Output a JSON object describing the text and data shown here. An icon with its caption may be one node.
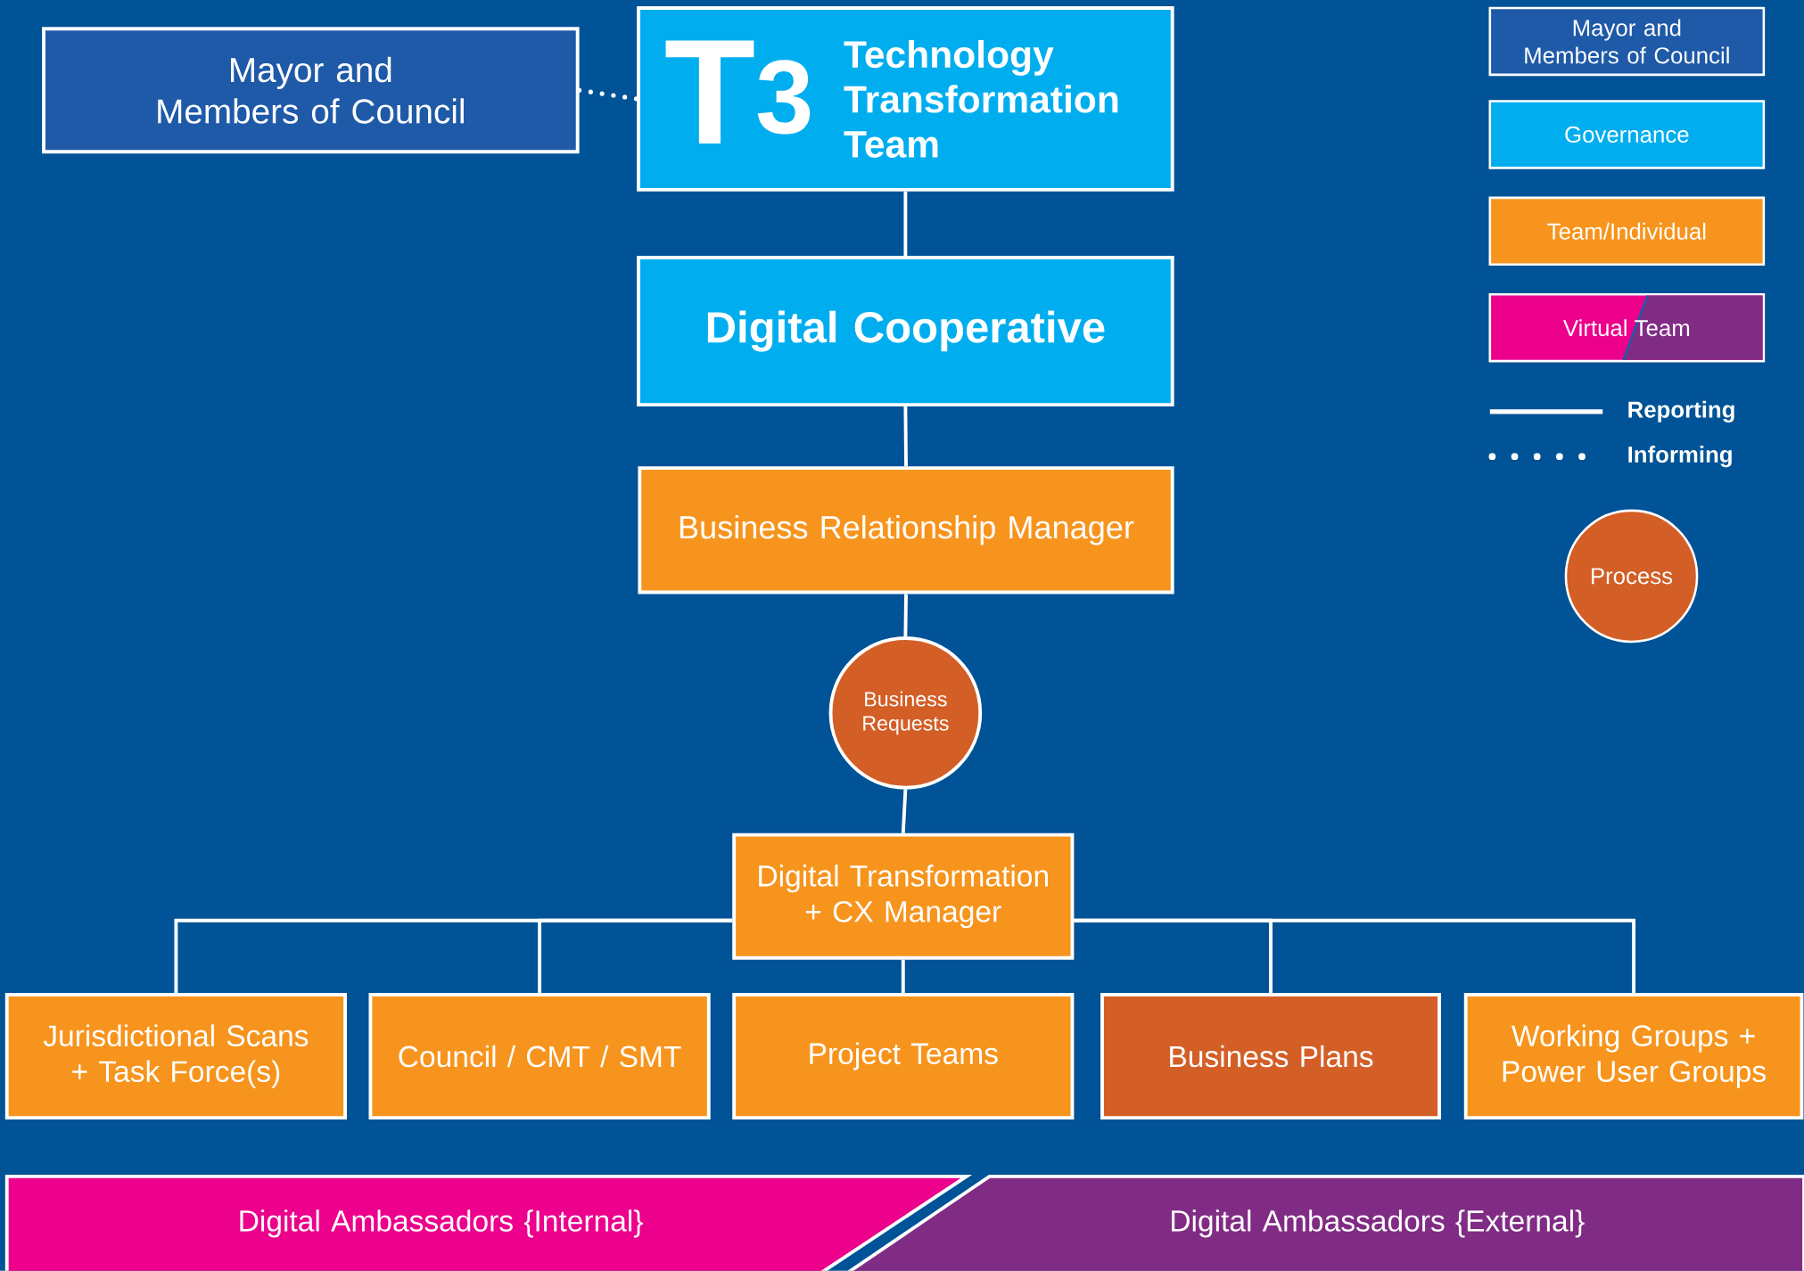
{
  "diagram": {
    "nodes": [
      {
        "text": [
          "Mayor and Members of Council"
        ]
      },
      {
        "text": [
          "T$^{3}$",
          "Technology Transformation Team"
        ]
      },
      {
        "text": [
          "Digital Cooperative"
        ]
      },
      {
        "text": [
          "Business Relationship Manager"
        ]
      },
      {
        "text": [
          "Business Requests"
        ]
      },
      {
        "text": [
          "Digital Transformation + CX Manager"
        ]
      },
      {
        "text": [
          "Jurisdictional Scans + Task Force(s)"
        ]
      },
      {
        "text": [
          "Council / CMT / SMT"
        ]
      },
      {
        "text": [
          "Project Teams"
        ]
      },
      {
        "text": [
          "Business Plans"
        ]
      },
      {
        "text": [
          "Working Groups + Power User Groups"
        ]
      },
      {
        "text": [
          "Digital Ambassadors {Internal}"
        ]
      },
      {
        "text": [
          "Digital Ambassadors {External}"
        ]
      }
    ],
    "edges": [
      {
        "from": 0,
        "to": 1,
        "arrow": "none",
        "style": "dashed"
      },
      {
        "from": 1,
        "to": 2,
        "arrow": "none"
      },
      {
        "from": 2,
        "to": 3,
        "arrow": "none"
      },
      {
        "from": 3,
        "to": 4,
        "arrow": "none"
      },
      {
        "from": 4,
        "to": 5,
        "arrow": "none"
      },
      {
        "from": 5,
        "to": 6,
        "arrow": "none"
      },
      {
        "from": 5,
        "to": 7,
        "arrow": "none"
      },
      {
        "from": 5,
        "to": 8,
        "arrow": "none"
      },
      {
        "from": 5,
        "to": 9,
        "arrow": "none"
      },
      {
        "from": 5,
        "to": 10,
        "arrow": "none"
      }
    ],
    "legend": [
      {
        "text": "Mayor and Members of Council",
        "color": "#1f5aa8"
      },
      {
        "text": "Governance",
        "color": "#00aeef"
      },
      {
        "text": "Team/Individual",
        "color": "#f7941d"
      },
      {
        "text": "Virtual Team"
      },
      {
        "text": "Reporting"
      },
      {
        "text": "Informing"
      },
      {
        "text": "Process",
        "color": "#d35f27"
      }
    ]
  }
}
